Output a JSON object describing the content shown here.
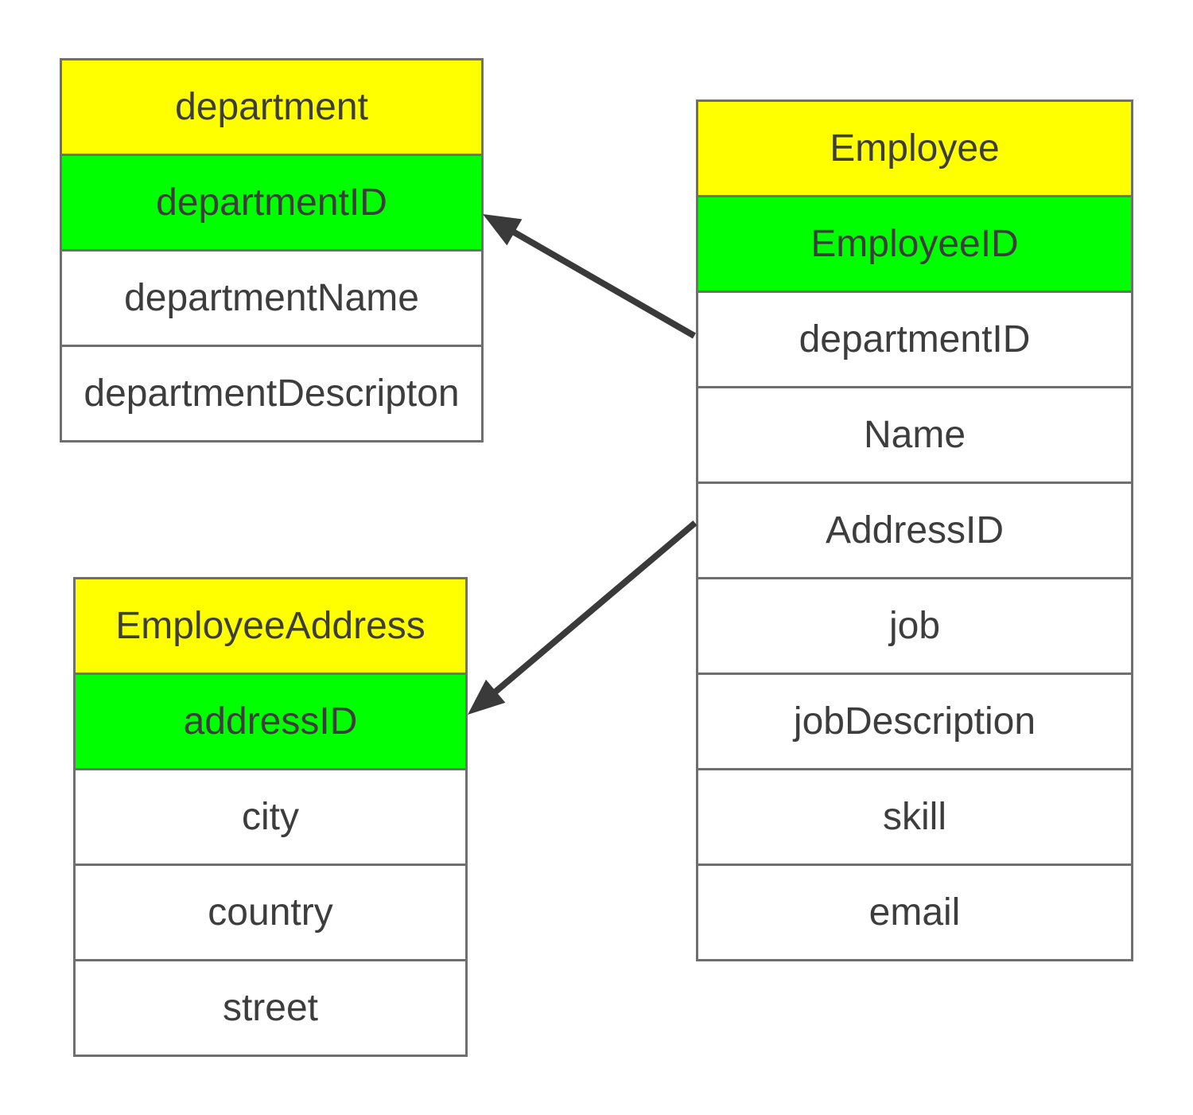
{
  "colors": {
    "table_header_bg": "#ffff00",
    "primary_key_bg": "#00ff00",
    "attribute_bg": "#ffffff",
    "cell_border": "#6f6f6f",
    "text": "#3d3d3d",
    "arrow": "#3a3a3a"
  },
  "tables": {
    "department": {
      "header": "department",
      "primary_key": "departmentID",
      "fields": [
        "departmentID",
        "departmentName",
        "departmentDescripton"
      ]
    },
    "employee": {
      "header": "Employee",
      "primary_key": "EmployeeID",
      "fields": [
        "EmployeeID",
        "departmentID",
        "Name",
        "AddressID",
        "job",
        "jobDescription",
        "skill",
        "email"
      ]
    },
    "employee_address": {
      "header": "EmployeeAddress",
      "primary_key": "addressID",
      "fields": [
        "addressID",
        "city",
        "country",
        "street"
      ]
    }
  },
  "relations": [
    {
      "from_table": "Employee",
      "from_field": "departmentID",
      "to_table": "department",
      "to_field": "departmentID"
    },
    {
      "from_table": "Employee",
      "from_field": "AddressID",
      "to_table": "EmployeeAddress",
      "to_field": "addressID"
    }
  ]
}
